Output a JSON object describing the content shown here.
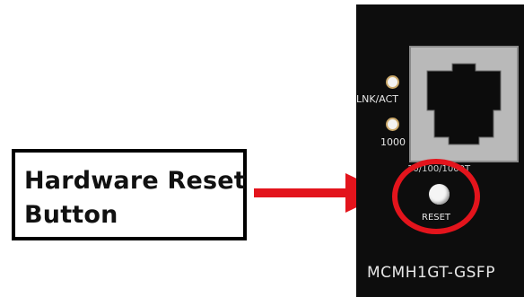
{
  "callout": {
    "line1": "Hardware Reset",
    "line2": "Button"
  },
  "device": {
    "led_lnk_label": "LNK/ACT",
    "led_speed_label": "1000",
    "port_speed_label": "10/100/1000T",
    "reset_label": "RESET",
    "model": "MCMH1GT-GSFP"
  },
  "colors": {
    "arrow": "#e3141c",
    "highlight_ring": "#e3141c",
    "panel": "#0d0d0d",
    "port": "#b9b9b9"
  },
  "icons": {
    "arrow": "right-arrow-icon",
    "reset_button": "reset-button-icon",
    "port": "rj45-port-icon",
    "led": "led-indicator-icon"
  }
}
